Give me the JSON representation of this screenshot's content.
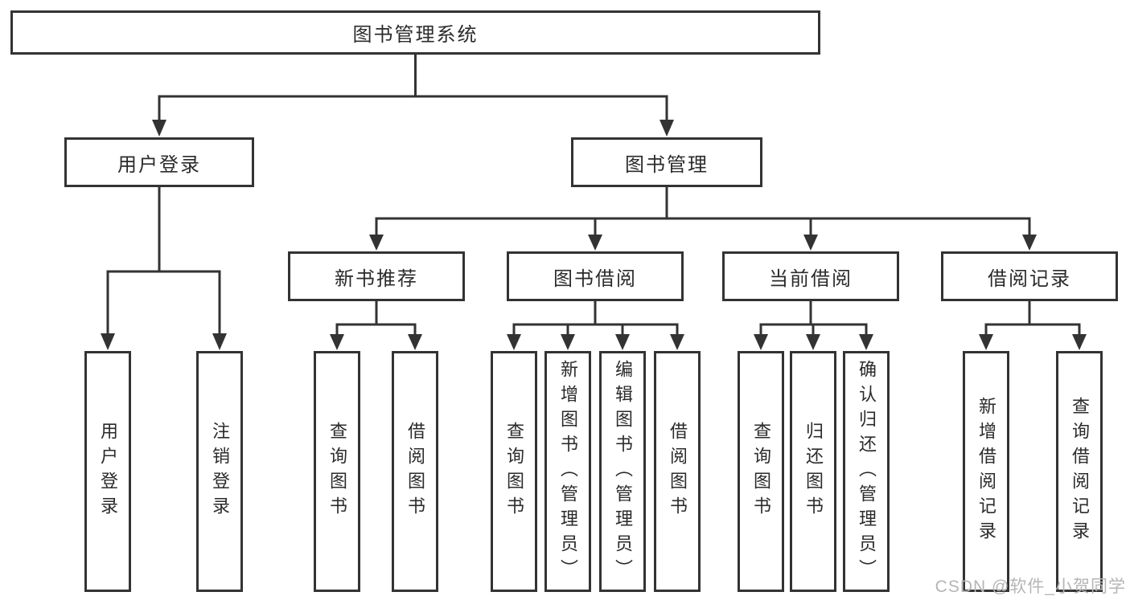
{
  "diagram": {
    "root": {
      "label": "图书管理系统"
    },
    "branches": [
      {
        "label": "用户登录",
        "children": [
          {
            "label": "用户登录"
          },
          {
            "label": "注销登录"
          }
        ]
      },
      {
        "label": "图书管理",
        "children": [
          {
            "label": "新书推荐",
            "children": [
              {
                "label": "查询图书"
              },
              {
                "label": "借阅图书"
              }
            ]
          },
          {
            "label": "图书借阅",
            "children": [
              {
                "label": "查询图书"
              },
              {
                "label": "新增图书（管理员）"
              },
              {
                "label": "编辑图书（管理员）"
              },
              {
                "label": "借阅图书"
              }
            ]
          },
          {
            "label": "当前借阅",
            "children": [
              {
                "label": "查询图书"
              },
              {
                "label": "归还图书"
              },
              {
                "label": "确认归还（管理员）"
              }
            ]
          },
          {
            "label": "借阅记录",
            "children": [
              {
                "label": "新增借阅记录"
              },
              {
                "label": "查询借阅记录"
              }
            ]
          }
        ]
      }
    ]
  },
  "watermark": {
    "text": "CSDN @软件_小贺同学"
  },
  "colors": {
    "line": "#333333",
    "text": "#2b2b2b",
    "background": "#ffffff",
    "watermark": "#b5b5b5"
  }
}
